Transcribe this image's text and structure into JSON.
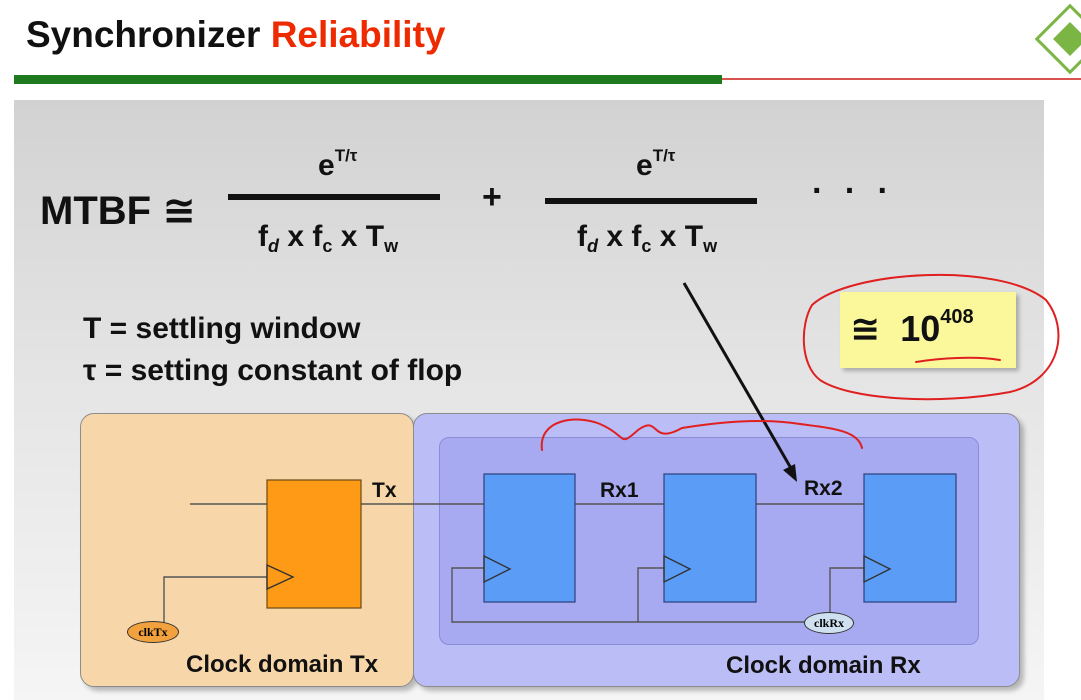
{
  "slide": {
    "title_part1": "Synchronizer",
    "title_part2": "Reliability"
  },
  "colors": {
    "title_accent": "#ee2a00",
    "rule_green": "#1f7a1f",
    "rule_red": "#d9534f",
    "flop_tx": "#ff9a17",
    "flop_rx": "#5b9cf7",
    "highlight_box": "#fbf79b",
    "annotation_ink": "#e02020"
  },
  "formula": {
    "lhs": "MTBF ≅",
    "term1": {
      "num_base": "e",
      "num_exp": "T/τ",
      "den": {
        "f1": "f",
        "f1_sub": "d",
        "x1": "x",
        "f2": "f",
        "f2_sub": "c",
        "x2": "x",
        "f3": "T",
        "f3_sub": "w"
      }
    },
    "plus": "+",
    "term2": {
      "num_base": "e",
      "num_exp": "T/τ",
      "den": {
        "f1": "f",
        "f1_sub": "d",
        "x1": "x",
        "f2": "f",
        "f2_sub": "c",
        "x2": "x",
        "f3": "T",
        "f3_sub": "w"
      }
    },
    "ellipsis": "· · ·"
  },
  "definitions": [
    "T = settling window",
    "τ = setting constant of flop"
  ],
  "callout": {
    "approx": "≅",
    "base": "10",
    "exponent": "408"
  },
  "diagram": {
    "domain_tx_label": "Clock domain Tx",
    "domain_rx_label": "Clock domain Rx",
    "signals": {
      "tx": "Tx",
      "rx1": "Rx1",
      "rx2": "Rx2"
    },
    "clocks": {
      "tx": "clkTx",
      "rx": "clkRx"
    }
  }
}
